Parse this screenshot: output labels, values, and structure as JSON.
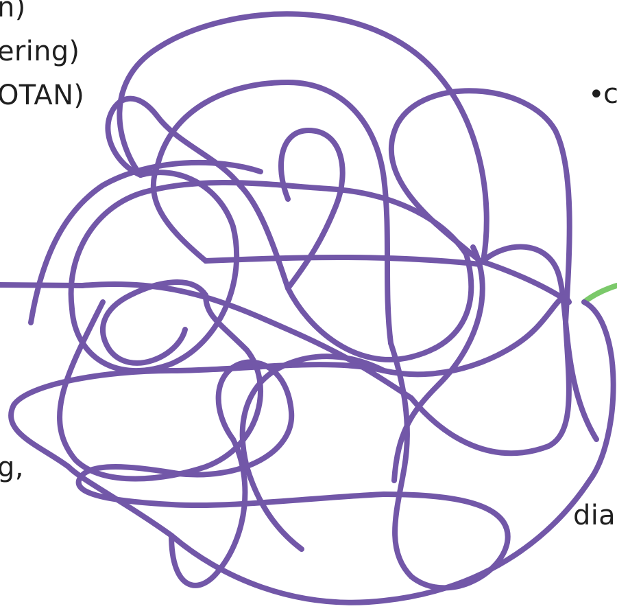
{
  "slide": {
    "text_fragments": [
      "n)",
      "ering)",
      "OTAN)",
      "g,",
      "dia",
      "c"
    ],
    "bullet": "•"
  },
  "colors": {
    "knot": "#7257a8",
    "tail": "#7bc96a",
    "text": "#1f1f1f",
    "background": "#ffffff"
  }
}
